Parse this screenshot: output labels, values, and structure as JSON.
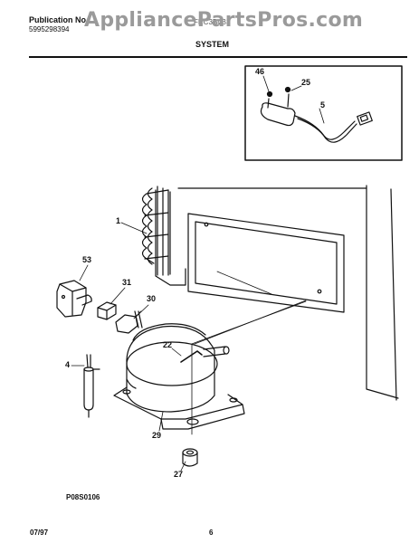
{
  "header": {
    "publication_label": "Publication No.",
    "publication_number": "5995298394",
    "model": "FRC3B4B3",
    "section_title": "SYSTEM"
  },
  "watermark": "AppliancePartsPros.com",
  "inset": {
    "callouts": [
      "46",
      "25",
      "5"
    ]
  },
  "callouts": [
    "1",
    "53",
    "31",
    "30",
    "4",
    "22",
    "29",
    "27"
  ],
  "diagram_code": "P08S0106",
  "footer": {
    "date": "07/97",
    "page": "6"
  },
  "colors": {
    "line": "#111111",
    "watermark": "#9a9a9a",
    "background": "#ffffff"
  }
}
